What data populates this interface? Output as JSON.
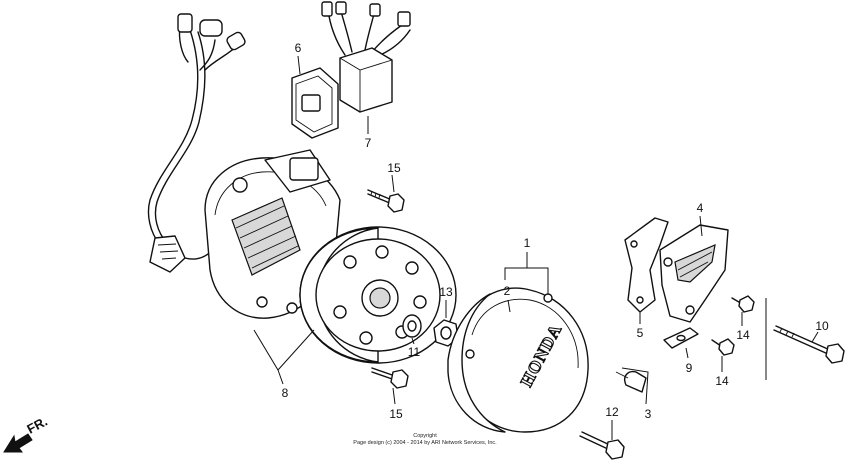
{
  "labels": {
    "p1": "1",
    "p2": "2",
    "p3": "3",
    "p4": "4",
    "p5": "5",
    "p6": "6",
    "p7": "7",
    "p8": "8",
    "p9": "9",
    "p10": "10",
    "p11": "11",
    "p12": "12",
    "p13": "13",
    "p14a": "14",
    "p14b": "14",
    "p15a": "15",
    "p15b": "15"
  },
  "cover_logo": "HONDA",
  "direction": "FR.",
  "copyright": {
    "line1": "Copyright",
    "line2": "Page design (c) 2004 - 2014 by ARI Network Services, Inc."
  }
}
